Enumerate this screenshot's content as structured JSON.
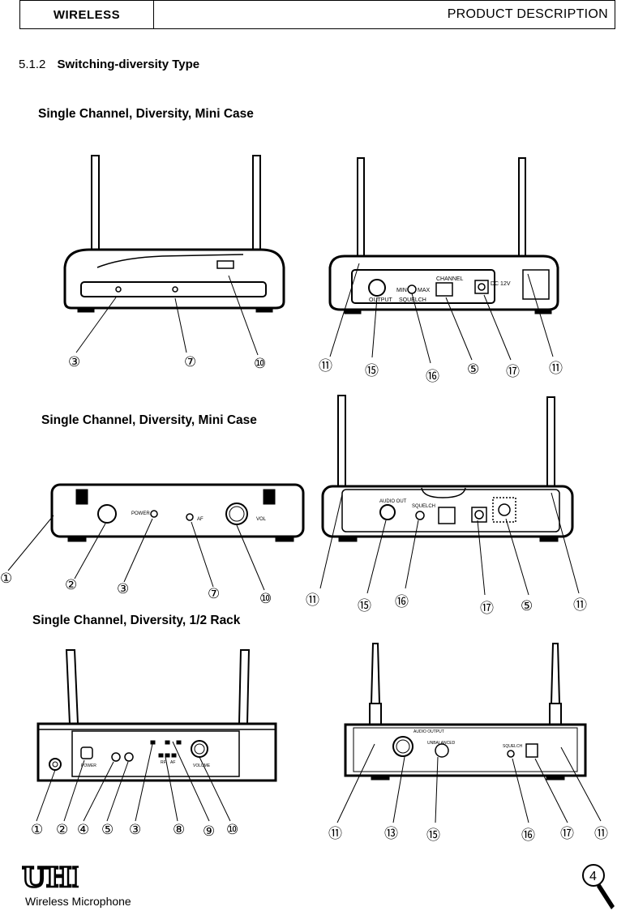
{
  "header": {
    "left": "WIRELESS",
    "right": "PRODUCT DESCRIPTION"
  },
  "section": {
    "number": "5.1.2",
    "title": "Switching-diversity Type"
  },
  "subtitles": [
    "Single Channel, Diversity, Mini Case",
    "Single Channel, Diversity, Mini Case",
    "Single Channel, Diversity, 1/2 Rack"
  ],
  "figure1": {
    "front_callouts": [
      "③",
      "⑦",
      "⑩"
    ],
    "rear_callouts": [
      "⑪",
      "⑮",
      "⑯",
      "⑤",
      "⑰",
      "⑪"
    ],
    "rear_labels": {
      "output": "OUTPUT",
      "squelch": "SQUELCH",
      "min": "MIN",
      "max": "MAX",
      "channel": "CHANNEL",
      "dc": "DC 12V"
    }
  },
  "figure2": {
    "front_callouts": [
      "①",
      "②",
      "③",
      "⑦",
      "⑩"
    ],
    "rear_callouts": [
      "⑪",
      "⑮",
      "⑯",
      "⑰",
      "⑤",
      "⑪"
    ],
    "front_labels": {
      "power": "POWER",
      "af": "AF",
      "vol": "VOL"
    },
    "rear_labels": {
      "audio_out": "AUDIO OUT",
      "squelch": "SQUELCH"
    }
  },
  "figure3": {
    "front_callouts": [
      "①",
      "②",
      "④",
      "⑤",
      "③",
      "⑧",
      "⑨",
      "⑩"
    ],
    "rear_callouts": [
      "⑪",
      "⑬",
      "⑮",
      "⑯",
      "⑰",
      "⑪"
    ],
    "front_labels": {
      "power": "POWER",
      "volume": "VOLUME",
      "rf": "RF",
      "af": "AF"
    },
    "rear_labels": {
      "audio_output": "AUDIO OUTPUT",
      "unbalanced": "UNBALANCED",
      "squelch": "SQUELCH"
    }
  },
  "footer": {
    "logo": "UHF",
    "text": "Wireless Microphone",
    "page": "4"
  }
}
